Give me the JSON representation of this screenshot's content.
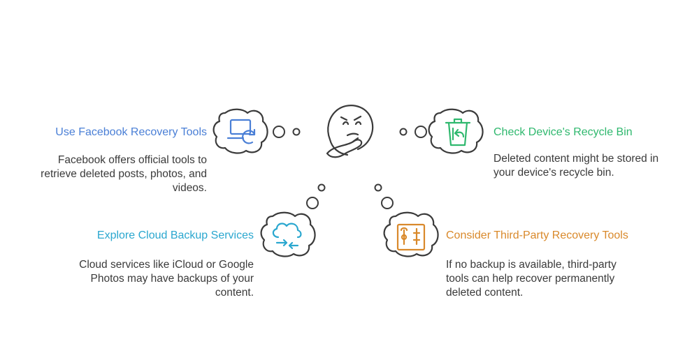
{
  "items": [
    {
      "title": "Use Facebook Recovery Tools",
      "description": "Facebook offers official tools to retrieve deleted posts, photos, and videos.",
      "color": "#4a7fd6",
      "icon": "laptop-refresh-icon"
    },
    {
      "title": "Check Device's Recycle Bin",
      "description": "Deleted content might be stored in your device's recycle bin.",
      "color": "#2fb86e",
      "icon": "recycle-bin-icon"
    },
    {
      "title": "Explore Cloud Backup Services",
      "description": "Cloud services like iCloud or Google Photos may have backups of your content.",
      "color": "#2aa7cf",
      "icon": "cloud-sync-icon"
    },
    {
      "title": "Consider Third-Party Recovery Tools",
      "description": "If no backup is available, third-party tools can help recover permanently deleted content.",
      "color": "#d9892b",
      "icon": "toolbox-icon"
    }
  ],
  "center_icon": "thinking-face-icon",
  "outline_color": "#3b3b3b"
}
